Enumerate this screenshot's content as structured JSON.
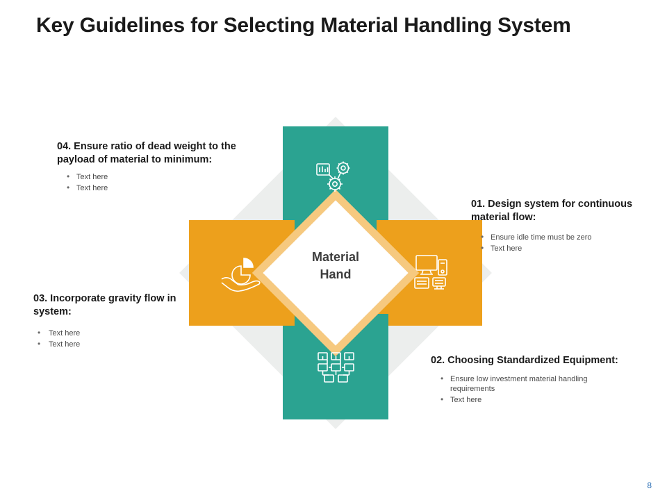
{
  "slide": {
    "title": "Key Guidelines for Selecting Material Handling System",
    "page_number": "8"
  },
  "center": {
    "line1": "Material",
    "line2": "Hand"
  },
  "colors": {
    "teal": "#2ba391",
    "orange": "#eda01c",
    "ring": "#f6c97f",
    "outer": "#eceeed",
    "title": "#1a1a1a",
    "page_number": "#2b6fb5"
  },
  "blocks": [
    {
      "id": "04",
      "heading": "04. Ensure ratio of dead weight to the payload of material to  minimum:",
      "bullets": [
        "Text here",
        "Text here"
      ],
      "icon": "gears-network-icon"
    },
    {
      "id": "01",
      "heading": "01. Design system for continuous material  flow:",
      "bullets": [
        "Ensure idle time must be zero",
        "Text here"
      ],
      "icon": "computer-workstation-icon"
    },
    {
      "id": "02",
      "heading": "02. Choosing Standardized Equipment:",
      "bullets": [
        "Ensure low investment material handling requirements",
        "Text here"
      ],
      "icon": "conveyor-boxes-icon"
    },
    {
      "id": "03",
      "heading": "03. Incorporate gravity flow in system:",
      "bullets": [
        "Text here",
        "Text here"
      ],
      "icon": "hand-pie-chart-icon"
    }
  ]
}
